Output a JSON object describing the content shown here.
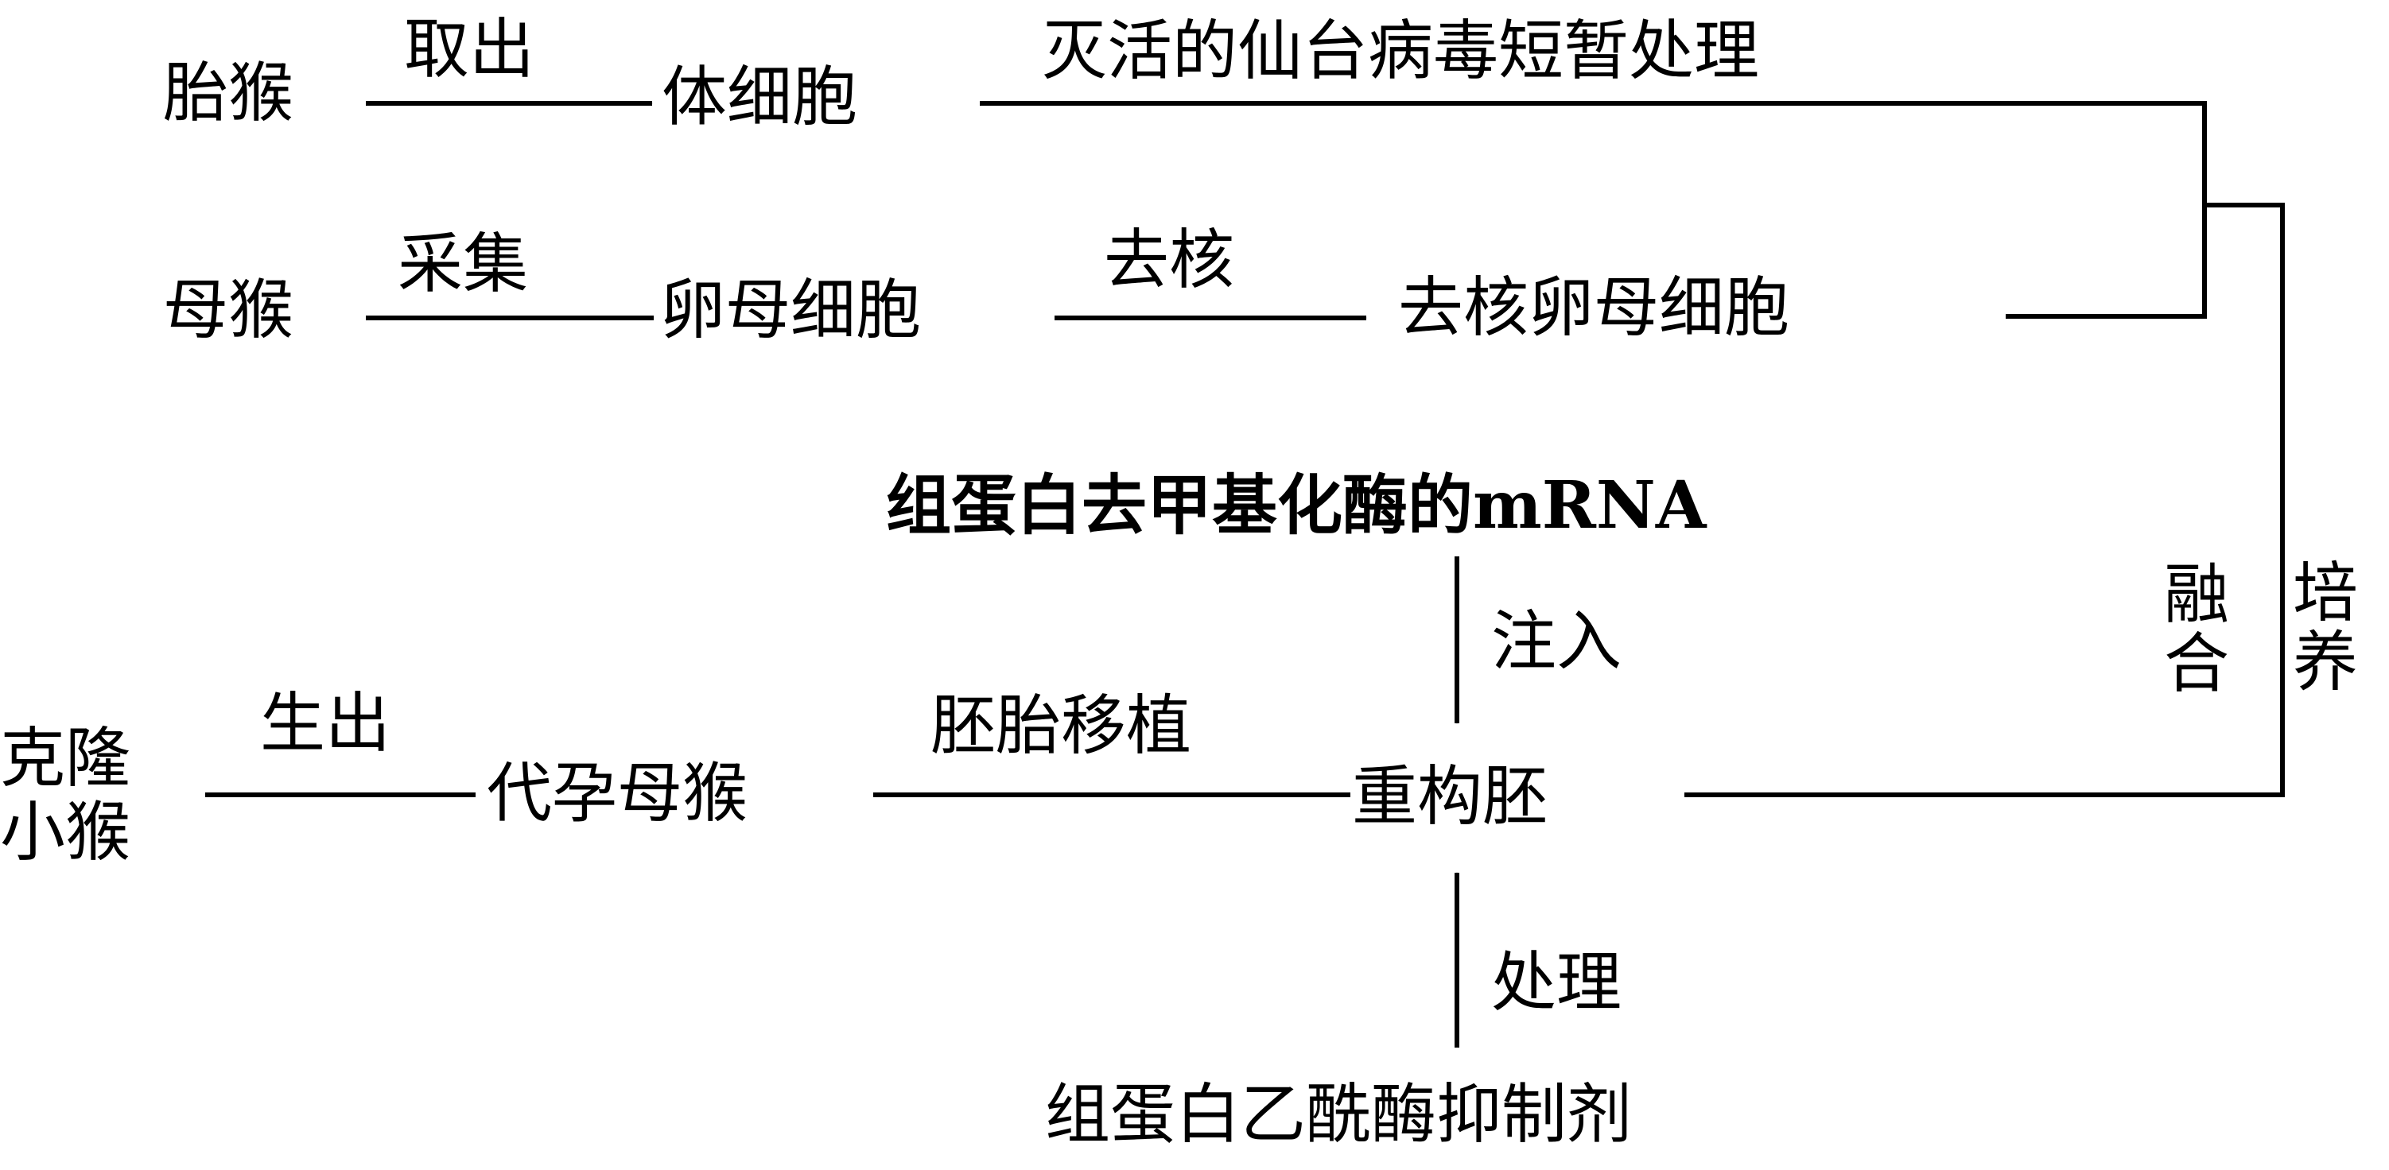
{
  "nodes": {
    "fetal_monkey": "胎猴",
    "somatic_cell": "体细胞",
    "female_monkey": "母猴",
    "oocyte": "卵母细胞",
    "enucleated_oocyte": "去核卵母细胞",
    "reconstructed_embryo": "重构胚",
    "surrogate_mother": "代孕母猴",
    "cloned_monkey": "克隆小猴",
    "demethylase_mrna": "组蛋白去甲基化酶的mRNA",
    "deacetylase_inhibitor": "组蛋白乙酰酶抑制剂"
  },
  "edges": {
    "take_out": "取出",
    "virus_treatment": "灭活的仙台病毒短暂处理",
    "collect": "采集",
    "enucleate": "去核",
    "fuse": "融合",
    "culture": "培养",
    "inject": "注入",
    "treat": "处理",
    "embryo_transfer": "胚胎移植",
    "birth": "生出"
  },
  "colors": {
    "ink": "#000000",
    "background": "#ffffff"
  }
}
